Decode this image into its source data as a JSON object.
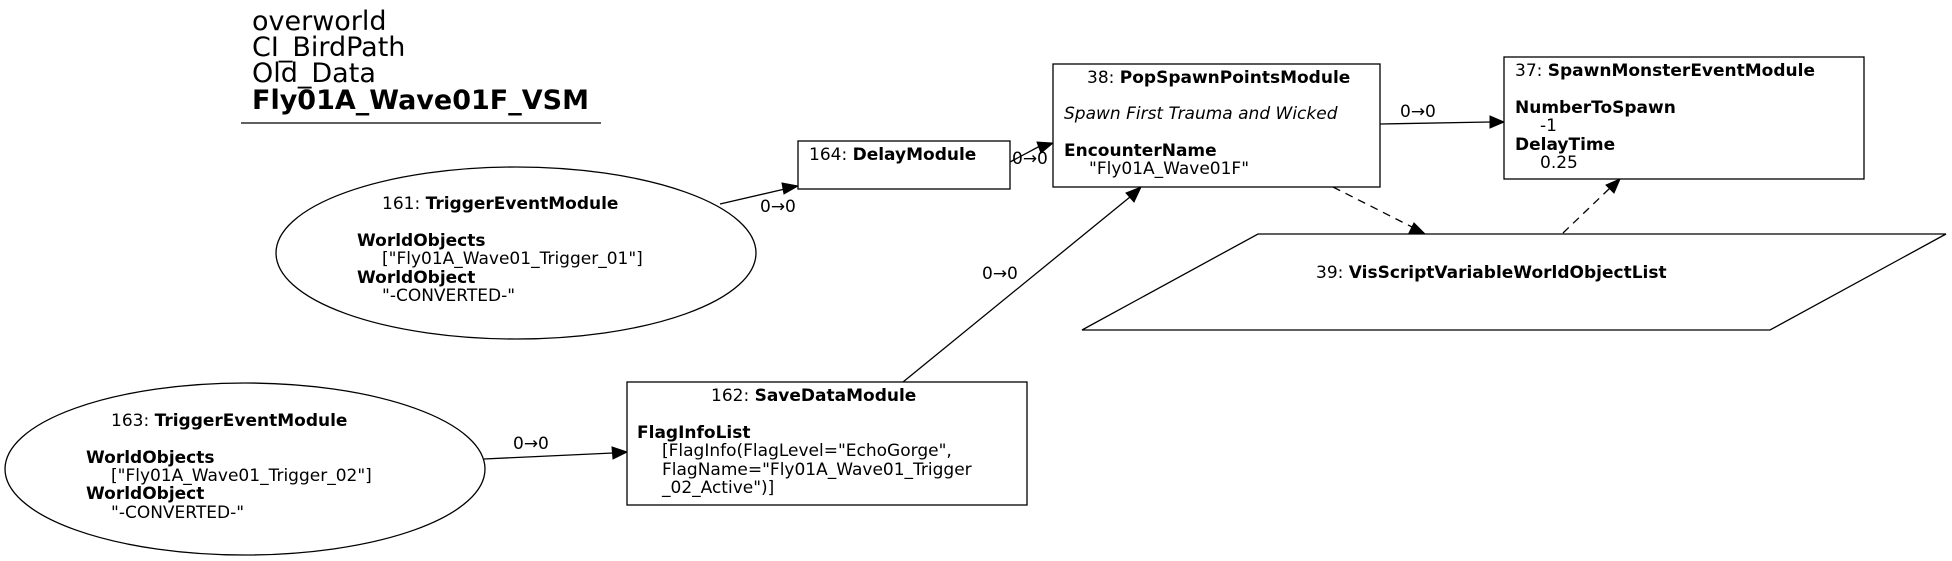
{
  "title": {
    "lines": [
      "overworld",
      "CI_BirdPath",
      "Old_Data"
    ],
    "bold_line": "Fly01A_Wave01F_VSM"
  },
  "nodes": {
    "n161": {
      "id": "161: ",
      "name": "TriggerEventModule",
      "p1_label": "WorldObjects",
      "p1_value": "[\"Fly01A_Wave01_Trigger_01\"]",
      "p2_label": "WorldObject",
      "p2_value": "\"-CONVERTED-\""
    },
    "n163": {
      "id": "163: ",
      "name": "TriggerEventModule",
      "p1_label": "WorldObjects",
      "p1_value": "[\"Fly01A_Wave01_Trigger_02\"]",
      "p2_label": "WorldObject",
      "p2_value": "\"-CONVERTED-\""
    },
    "n164": {
      "id": "164: ",
      "name": "DelayModule"
    },
    "n162": {
      "id": "162: ",
      "name": "SaveDataModule",
      "p1_label": "FlagInfoList",
      "p1_value_lines": [
        "[FlagInfo(FlagLevel=\"EchoGorge\",",
        " FlagName=\"Fly01A_Wave01_Trigger",
        "_02_Active\")]"
      ]
    },
    "n38": {
      "id": "38: ",
      "name": "PopSpawnPointsModule",
      "comment": "Spawn First Trauma and Wicked",
      "p1_label": "EncounterName",
      "p1_value": "\"Fly01A_Wave01F\""
    },
    "n37": {
      "id": "37: ",
      "name": "SpawnMonsterEventModule",
      "p1_label": "NumberToSpawn",
      "p1_value": "-1",
      "p2_label": "DelayTime",
      "p2_value": "0.25"
    },
    "n39": {
      "id": "39: ",
      "name": "VisScriptVariableWorldObjectList"
    }
  },
  "edges": {
    "e161_164": "0→0",
    "e164_38": "0→0",
    "e162_38": "0→0",
    "e163_162": "0→0",
    "e38_37": "0→0"
  },
  "colors": {
    "stroke": "#000000",
    "background": "#ffffff"
  }
}
